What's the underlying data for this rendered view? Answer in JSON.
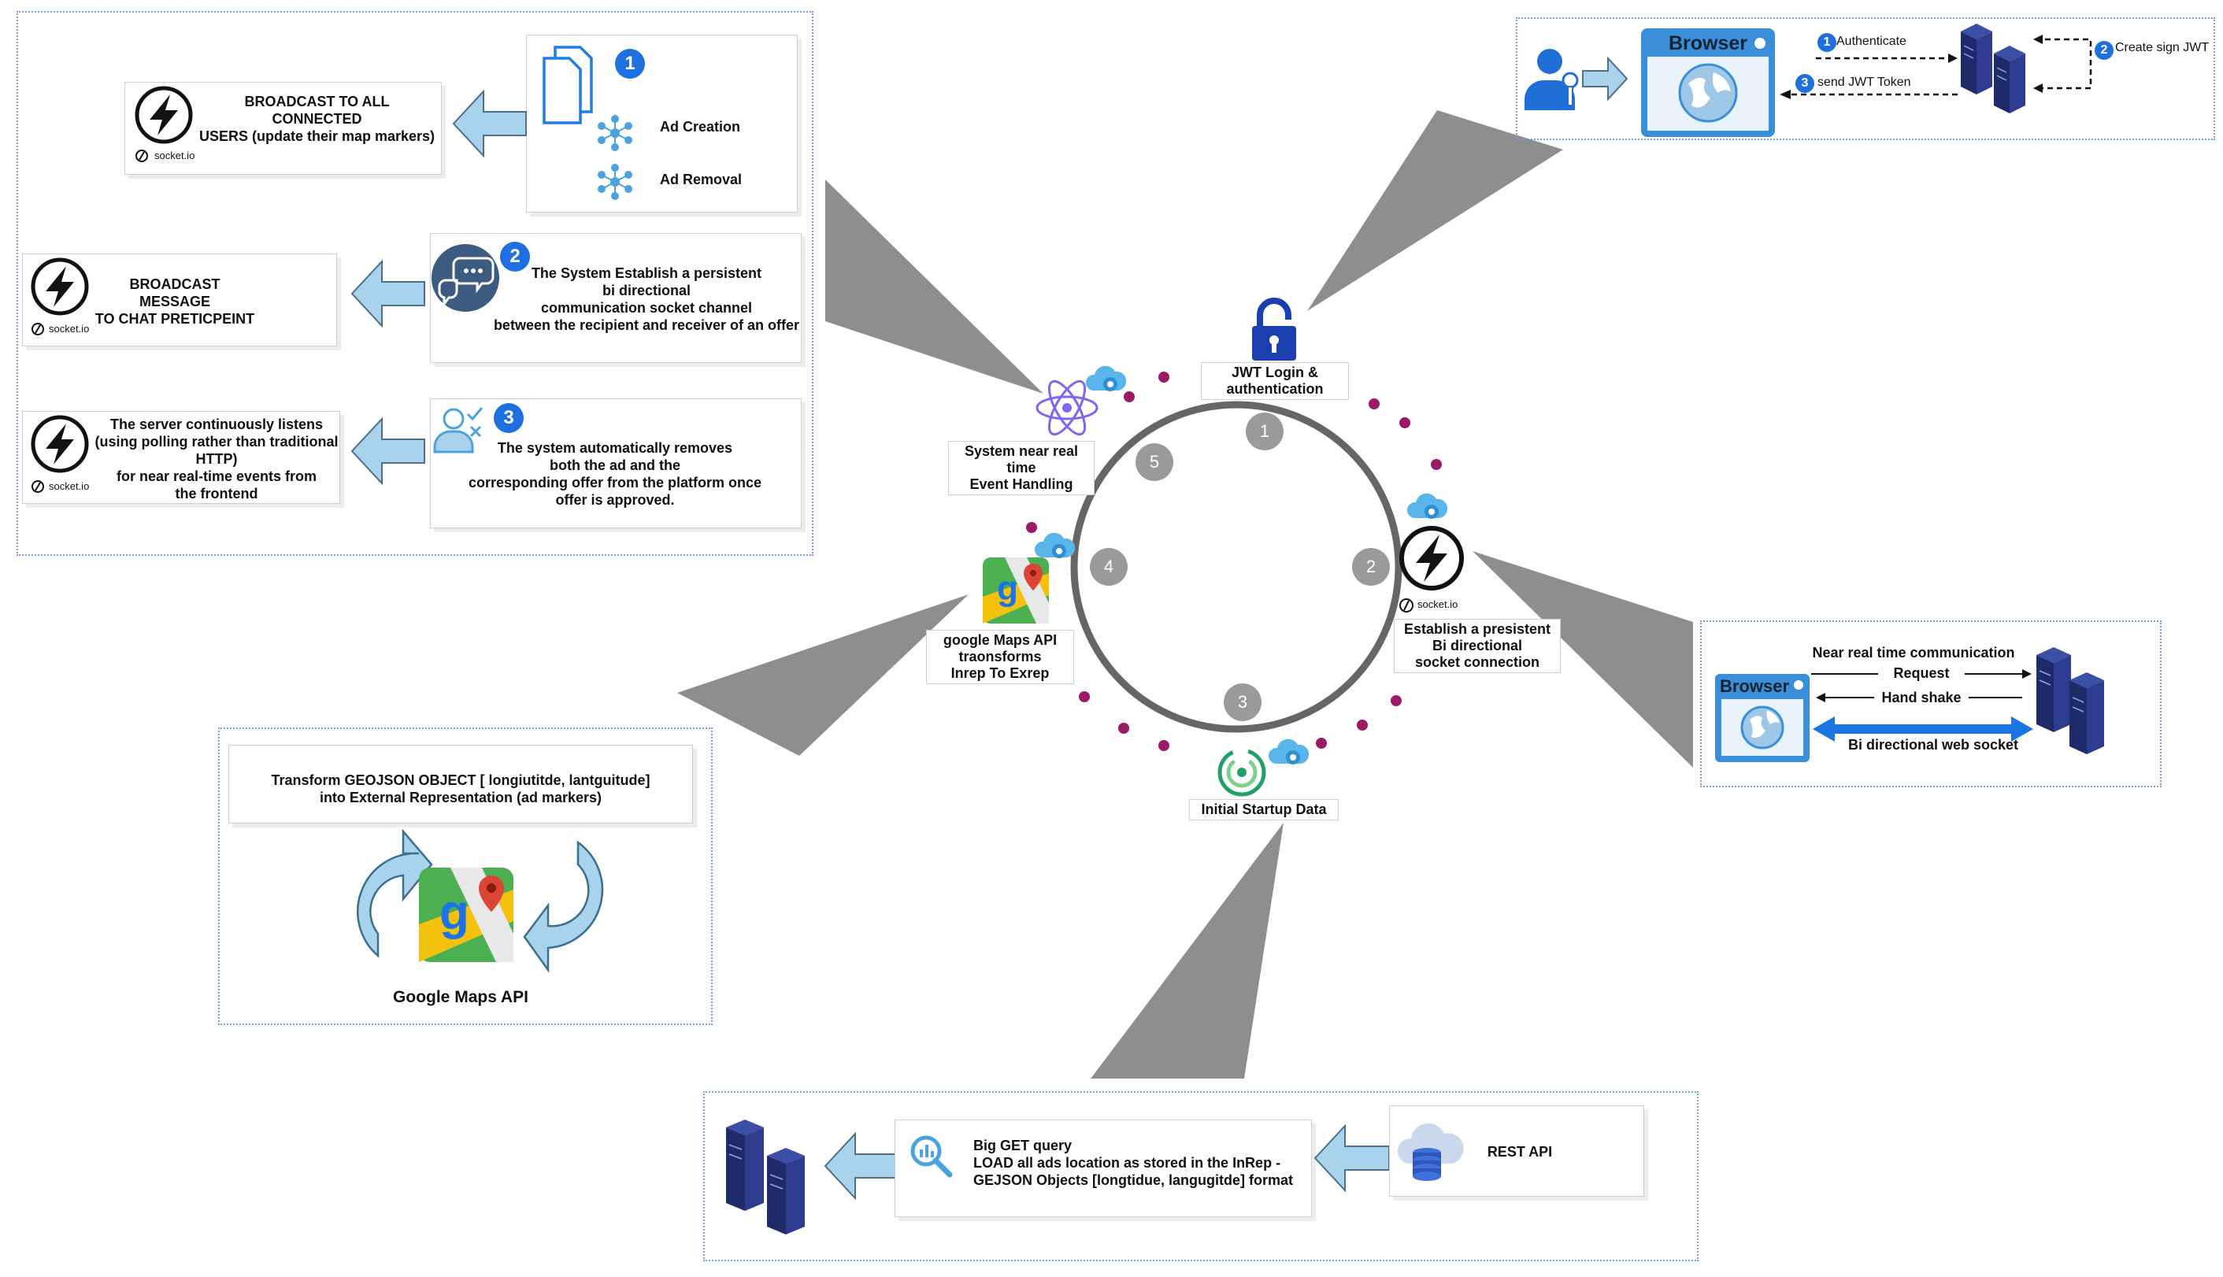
{
  "top_left_panel": {
    "row1": {
      "badge": "1",
      "items": [
        "Ad Creation",
        "Ad Removal"
      ],
      "result": "BROADCAST TO ALL\nCONNECTED\nUSERS (update their map markers)",
      "logo_text": "socket.io"
    },
    "row2": {
      "badge": "2",
      "text": "The System Establish a persistent\nbi directional\ncommunication socket channel\nbetween the recipient and receiver of an offer",
      "result": "BROADCAST\nMESSAGE\nTO CHAT PRETICPEINT",
      "logo_text": "socket.io"
    },
    "row3": {
      "badge": "3",
      "text": "The system automatically removes\nboth the ad and the\ncorresponding offer from the platform once\noffer is approved.",
      "result": "The server continuously listens\n(using polling rather than traditional\nHTTP)\nfor near real-time events from\nthe frontend",
      "logo_text": "socket.io"
    }
  },
  "top_right_panel": {
    "browser_label": "Browser",
    "authenticate": "Authenticate",
    "create_sign": "Create sign JWT",
    "send_token": "send JWT Token",
    "badges": [
      "1",
      "2",
      "3"
    ]
  },
  "hub": {
    "steps": [
      "1",
      "2",
      "3",
      "4",
      "5"
    ],
    "jwt_caption": "JWT Login &\nauthentication",
    "socket_caption": "Establish a presistent\nBi directional\nsocket connection",
    "socket_logo_text": "socket.io",
    "startup_caption": "Initial Startup Data",
    "maps_caption": "google Maps API\ntraonsforms\nInrep To Exrep",
    "realtime_caption": "System near real time\nEvent Handling"
  },
  "right_panel": {
    "heading": "Near real time communication",
    "request": "Request",
    "handshake": "Hand shake",
    "websocket": "Bi directional web socket",
    "browser_label": "Browser"
  },
  "left_panel": {
    "transform_text": "Transform GEOJSON OBJECT [ longiutitde, lantguitude]\ninto External Representation (ad markers)",
    "maps_label": "Google Maps API"
  },
  "bottom_panel": {
    "rest_label": "REST API",
    "query_text": "Big GET query\nLOAD all ads location as stored in the InRep -\nGEJSON Objects [longtidue, langugitde] format"
  }
}
